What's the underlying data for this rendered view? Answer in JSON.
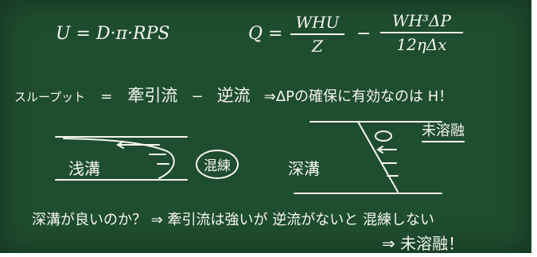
{
  "equations": {
    "u_eq": "U = D·π·RPS",
    "q_lhs": "Q =",
    "frac1_num": "WHU",
    "frac1_den": "Z",
    "minus": "−",
    "frac2_num": "WH³ΔP",
    "frac2_den": "12ηΔx"
  },
  "throughput_line": {
    "lhs": "スループット",
    "eq": "=",
    "drag": "牽引流",
    "minus": "−",
    "back": "逆流",
    "implies": "⇒ΔPの確保に有効なのは H！"
  },
  "diagrams": {
    "shallow_label": "浅溝",
    "kneading_label": "混練",
    "deep_label": "深溝",
    "unmelted_label": "未溶融"
  },
  "conclusion": {
    "line1": "深溝が良いのか？ ⇒ 牽引流は強いが 逆流がないと 混練しない",
    "line2": "⇒ 未溶融！"
  }
}
